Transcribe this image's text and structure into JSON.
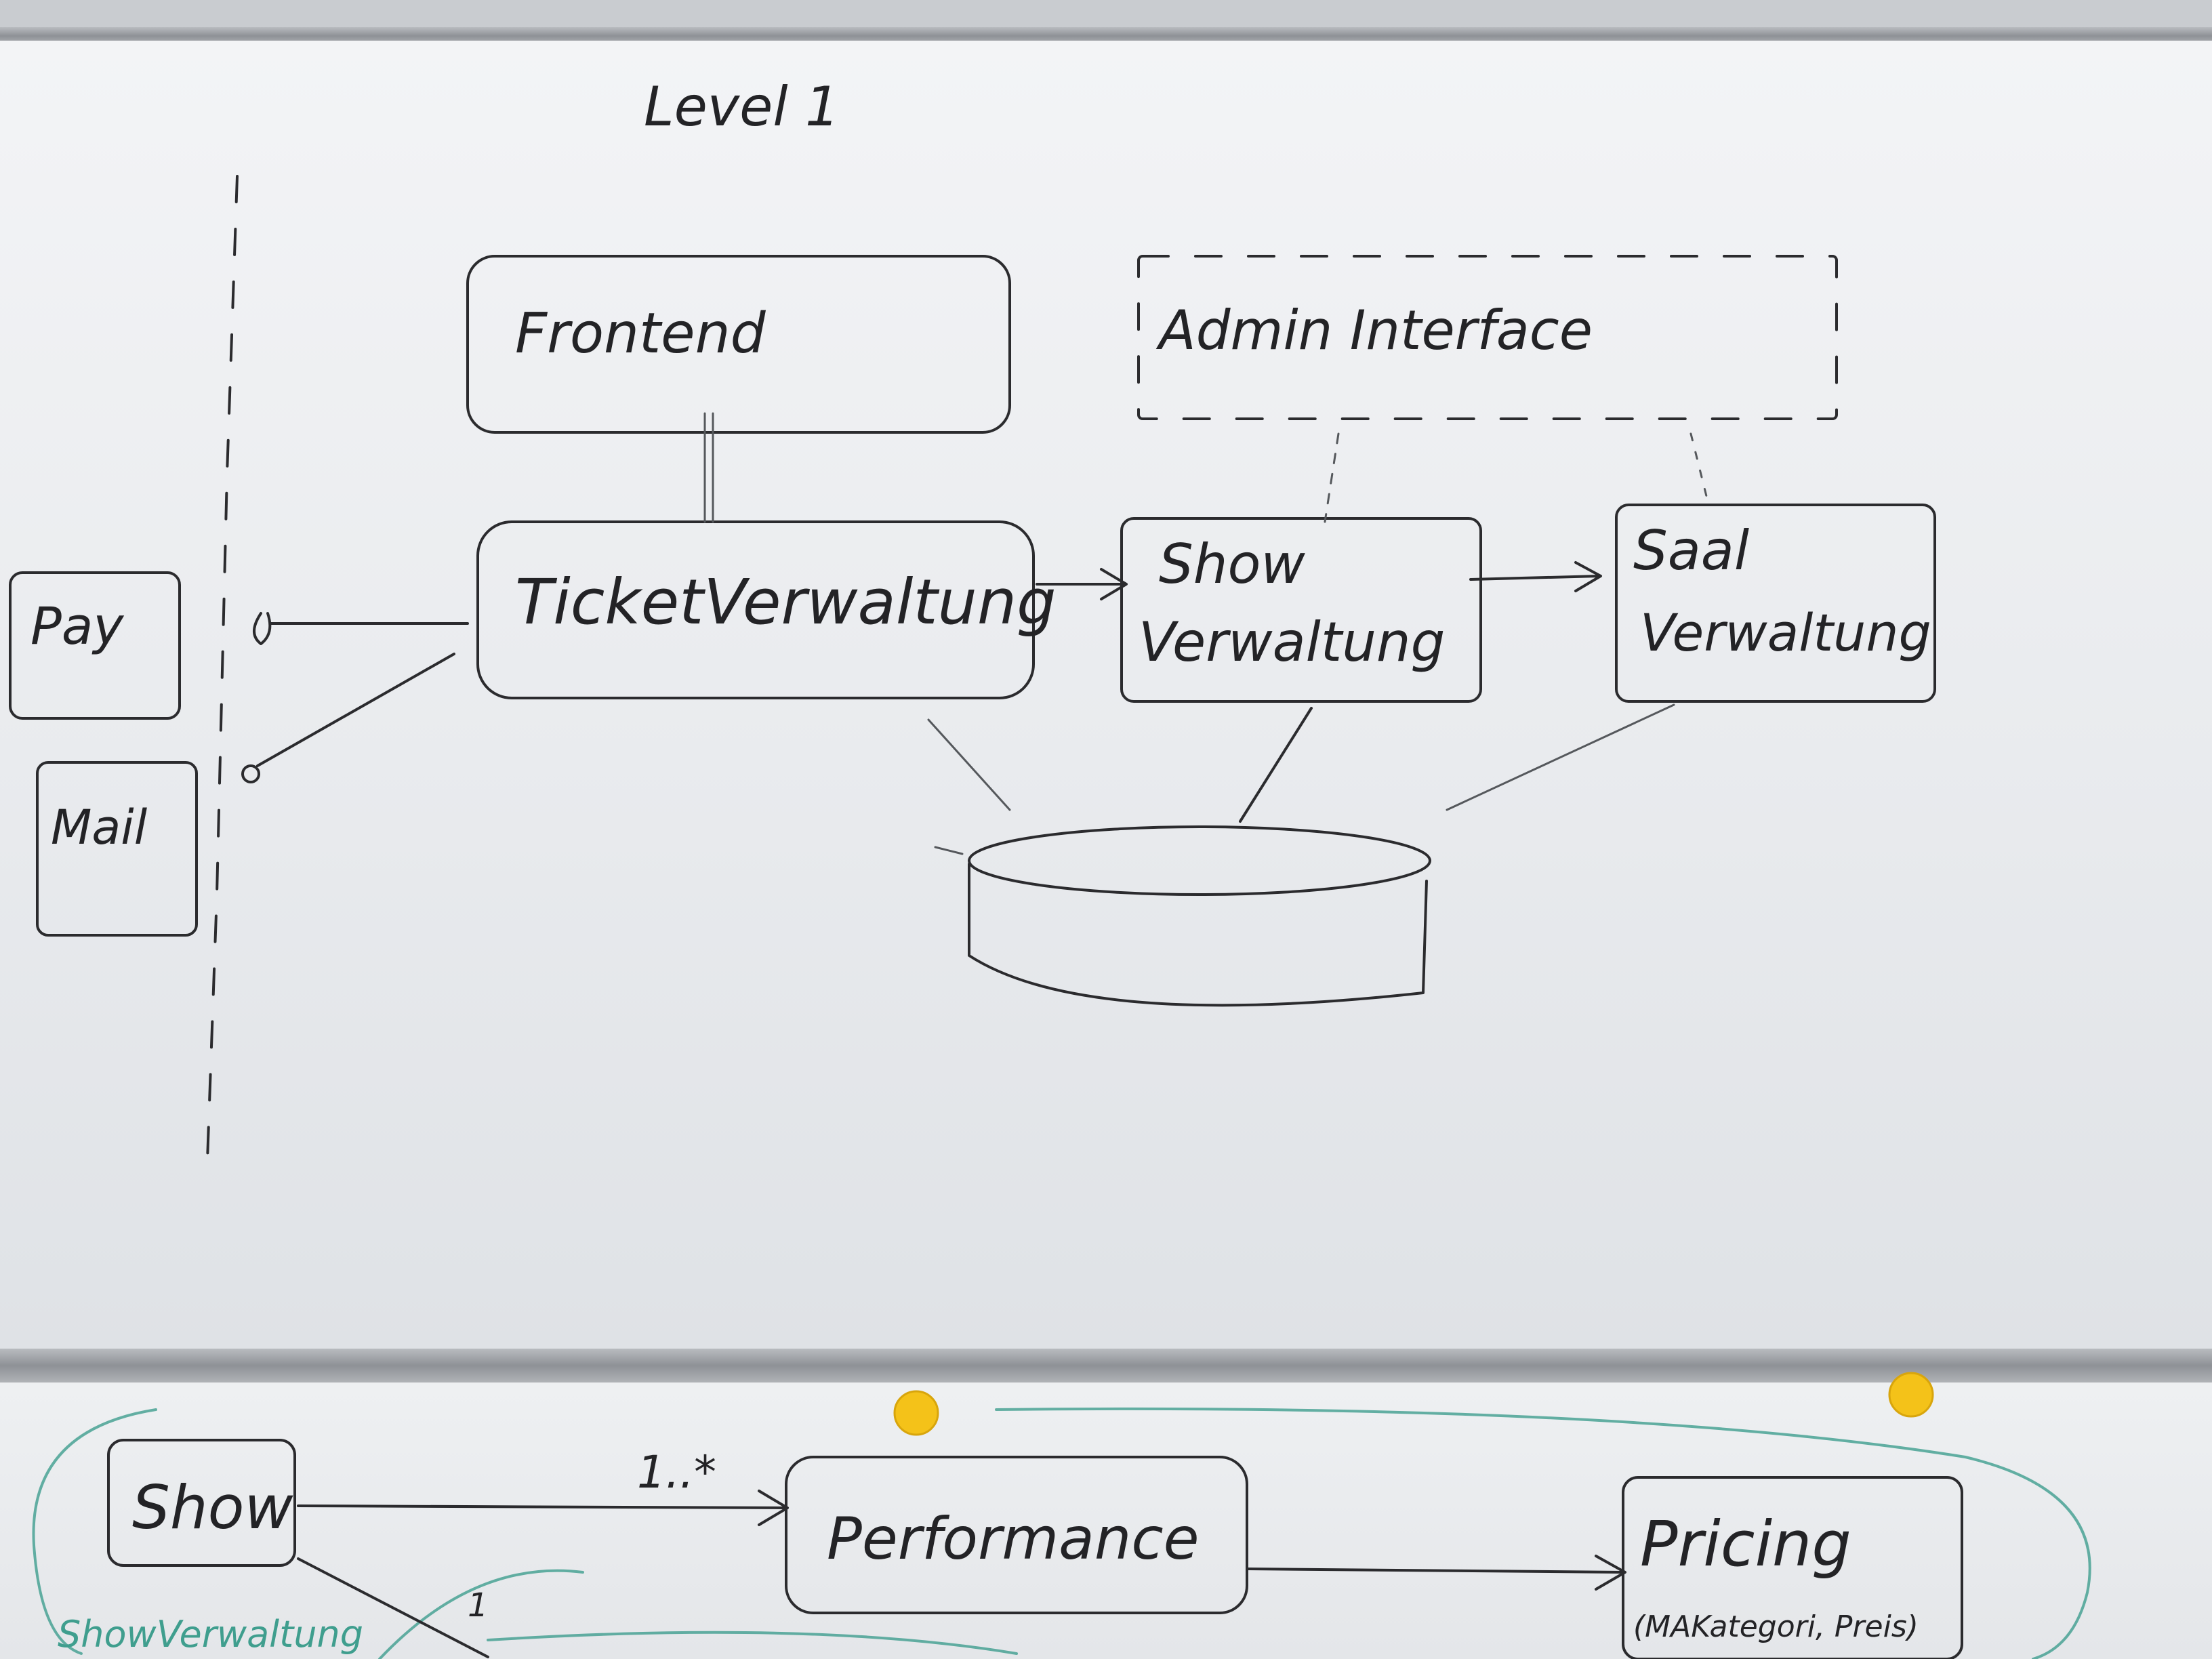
{
  "top_board": {
    "title": "Level 1",
    "nodes": {
      "frontend": "Frontend",
      "admin_interface": "Admin Interface",
      "ticketverwaltung": "TicketVerwaltung",
      "show_verwaltung_line1": "Show",
      "show_verwaltung_line2": "Verwaltung",
      "saal_verwaltung_line1": "Saal",
      "saal_verwaltung_line2": "Verwaltung",
      "pay": "Pay",
      "mail": "Mail"
    }
  },
  "bottom_board": {
    "nodes": {
      "show": "Show",
      "performance": "Performance",
      "pricing": "Pricing",
      "pricing_detail": "(MAKategori, Preis)"
    },
    "multiplicity_show_performance": "1..*",
    "multiplicity_bottom": "1",
    "group_label": "ShowVerwaltung"
  },
  "colors": {
    "ink": "#2b2b2e",
    "teal_marker": "#3f9e8e",
    "magnet": "#f4c219",
    "board": "#eceef1"
  }
}
